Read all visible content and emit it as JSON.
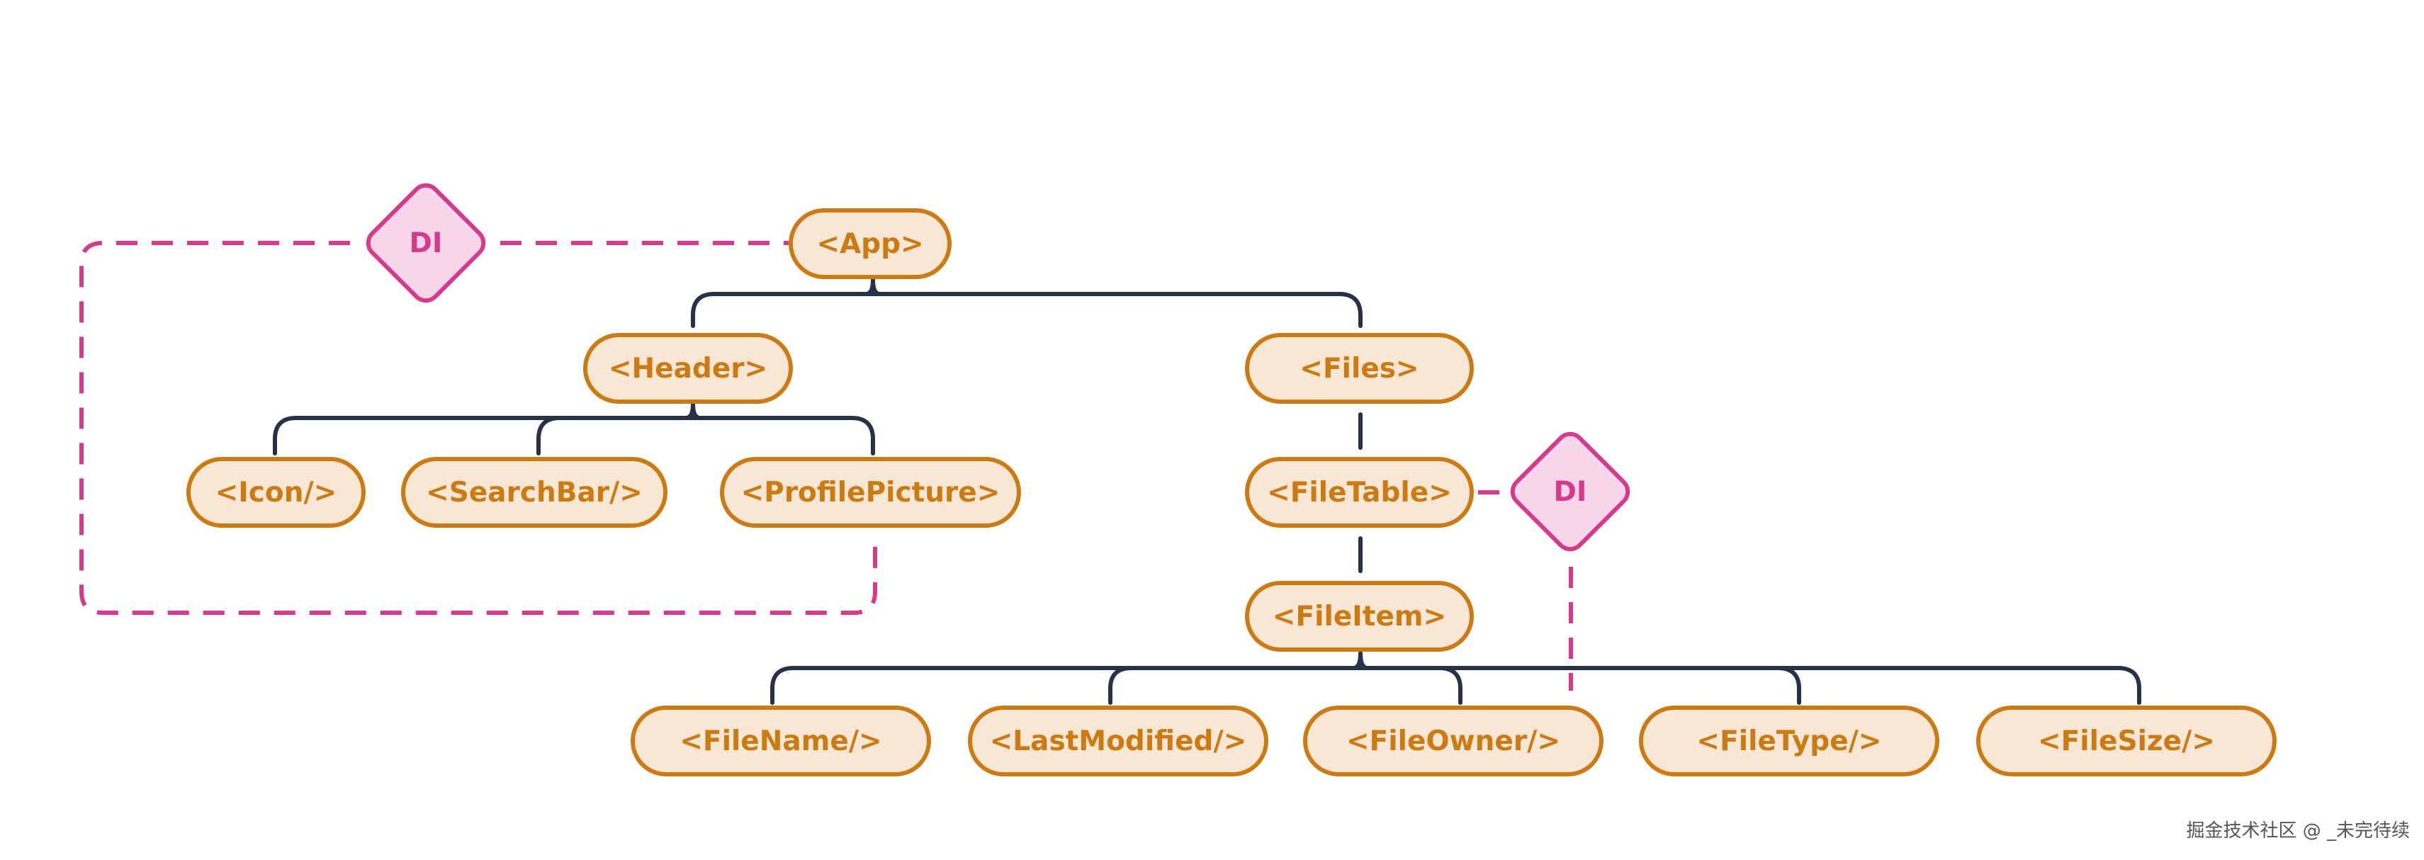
{
  "colors": {
    "node_border": "#cc7a12",
    "node_fill": "#f8e7d5",
    "node_text": "#cc7a12",
    "tree_line": "#263245",
    "di_border": "#d63a8a",
    "di_fill": "#f6d6e8",
    "di_text": "#d63a8a"
  },
  "nodes": {
    "app": "<App>",
    "header": "<Header>",
    "files": "<Files>",
    "icon": "<Icon/>",
    "searchbar": "<SearchBar/>",
    "profilepicture": "<ProfilePicture>",
    "filetable": "<FileTable>",
    "fileitem": "<FileItem>",
    "filename": "<FileName/>",
    "lastmodified": "<LastModified/>",
    "fileowner": "<FileOwner/>",
    "filetype": "<FileType/>",
    "filesize": "<FileSize/>"
  },
  "di": {
    "left": "DI",
    "right": "DI"
  },
  "watermark": "掘金技术社区 @ _未完待续"
}
